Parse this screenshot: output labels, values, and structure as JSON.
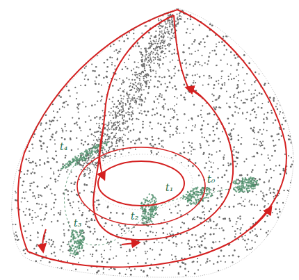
{
  "diagram": {
    "labels": [
      "t₀",
      "t₁",
      "t₂",
      "t₃",
      "t₄"
    ]
  }
}
